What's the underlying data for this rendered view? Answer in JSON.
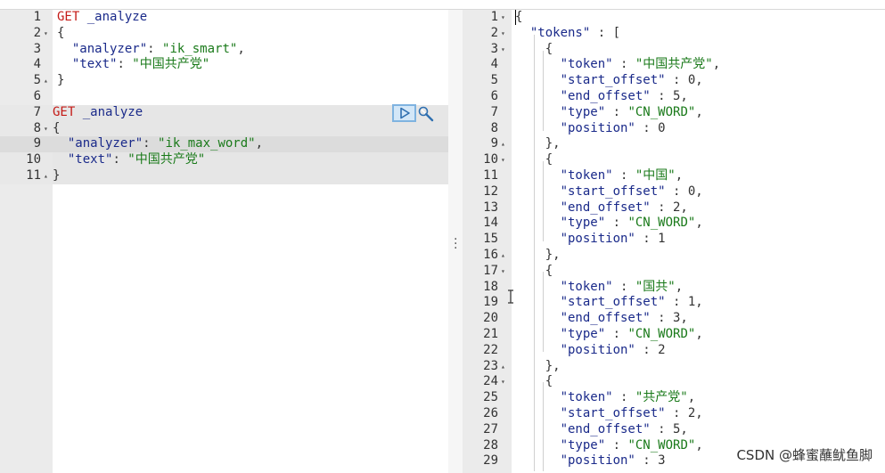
{
  "request_editor": {
    "lines": [
      {
        "ln": "1",
        "fold": "",
        "parts": [
          [
            "m",
            "GET"
          ],
          [
            "k",
            " _analyze"
          ]
        ]
      },
      {
        "ln": "2",
        "fold": "▾",
        "parts": [
          [
            "p",
            "{"
          ]
        ]
      },
      {
        "ln": "3",
        "fold": "",
        "parts": [
          [
            "k",
            "  \"analyzer\""
          ],
          [
            "p",
            ": "
          ],
          [
            "s",
            "\"ik_smart\""
          ],
          [
            "p",
            ","
          ]
        ]
      },
      {
        "ln": "4",
        "fold": "",
        "parts": [
          [
            "k",
            "  \"text\""
          ],
          [
            "p",
            ": "
          ],
          [
            "s",
            "\"中国共产党\""
          ]
        ]
      },
      {
        "ln": "5",
        "fold": "▴",
        "parts": [
          [
            "p",
            "}"
          ]
        ]
      },
      {
        "ln": "6",
        "fold": "",
        "parts": []
      },
      {
        "ln": "7",
        "fold": "",
        "hl": true,
        "parts": [
          [
            "m",
            "GET"
          ],
          [
            "k",
            " _analyze"
          ]
        ]
      },
      {
        "ln": "8",
        "fold": "▾",
        "hl": true,
        "parts": [
          [
            "p",
            "{"
          ]
        ]
      },
      {
        "ln": "9",
        "fold": "",
        "hl": true,
        "active": true,
        "parts": [
          [
            "k",
            "  \"analyzer\""
          ],
          [
            "p",
            ": "
          ],
          [
            "s",
            "\"ik_max_word\""
          ],
          [
            "p",
            ","
          ]
        ]
      },
      {
        "ln": "10",
        "fold": "",
        "hl": true,
        "parts": [
          [
            "k",
            "  \"text\""
          ],
          [
            "p",
            ": "
          ],
          [
            "s",
            "\"中国共产党\""
          ]
        ]
      },
      {
        "ln": "11",
        "fold": "▴",
        "hl": true,
        "parts": [
          [
            "p",
            "}"
          ]
        ]
      }
    ]
  },
  "response_viewer": {
    "lines": [
      {
        "ln": "1",
        "fold": "▾",
        "parts": [
          [
            "p",
            "{"
          ]
        ]
      },
      {
        "ln": "2",
        "fold": "▾",
        "parts": [
          [
            "k",
            "  \"tokens\""
          ],
          [
            "p",
            " : ["
          ]
        ]
      },
      {
        "ln": "3",
        "fold": "▾",
        "parts": [
          [
            "p",
            "    {"
          ]
        ]
      },
      {
        "ln": "4",
        "fold": "",
        "parts": [
          [
            "k",
            "      \"token\""
          ],
          [
            "p",
            " : "
          ],
          [
            "s",
            "\"中国共产党\""
          ],
          [
            "p",
            ","
          ]
        ]
      },
      {
        "ln": "5",
        "fold": "",
        "parts": [
          [
            "k",
            "      \"start_offset\""
          ],
          [
            "p",
            " : 0,"
          ]
        ]
      },
      {
        "ln": "6",
        "fold": "",
        "parts": [
          [
            "k",
            "      \"end_offset\""
          ],
          [
            "p",
            " : 5,"
          ]
        ]
      },
      {
        "ln": "7",
        "fold": "",
        "parts": [
          [
            "k",
            "      \"type\""
          ],
          [
            "p",
            " : "
          ],
          [
            "s",
            "\"CN_WORD\""
          ],
          [
            "p",
            ","
          ]
        ]
      },
      {
        "ln": "8",
        "fold": "",
        "parts": [
          [
            "k",
            "      \"position\""
          ],
          [
            "p",
            " : 0"
          ]
        ]
      },
      {
        "ln": "9",
        "fold": "▴",
        "parts": [
          [
            "p",
            "    },"
          ]
        ]
      },
      {
        "ln": "10",
        "fold": "▾",
        "parts": [
          [
            "p",
            "    {"
          ]
        ]
      },
      {
        "ln": "11",
        "fold": "",
        "parts": [
          [
            "k",
            "      \"token\""
          ],
          [
            "p",
            " : "
          ],
          [
            "s",
            "\"中国\""
          ],
          [
            "p",
            ","
          ]
        ]
      },
      {
        "ln": "12",
        "fold": "",
        "parts": [
          [
            "k",
            "      \"start_offset\""
          ],
          [
            "p",
            " : 0,"
          ]
        ]
      },
      {
        "ln": "13",
        "fold": "",
        "parts": [
          [
            "k",
            "      \"end_offset\""
          ],
          [
            "p",
            " : 2,"
          ]
        ]
      },
      {
        "ln": "14",
        "fold": "",
        "parts": [
          [
            "k",
            "      \"type\""
          ],
          [
            "p",
            " : "
          ],
          [
            "s",
            "\"CN_WORD\""
          ],
          [
            "p",
            ","
          ]
        ]
      },
      {
        "ln": "15",
        "fold": "",
        "parts": [
          [
            "k",
            "      \"position\""
          ],
          [
            "p",
            " : 1"
          ]
        ]
      },
      {
        "ln": "16",
        "fold": "▴",
        "parts": [
          [
            "p",
            "    },"
          ]
        ]
      },
      {
        "ln": "17",
        "fold": "▾",
        "parts": [
          [
            "p",
            "    {"
          ]
        ]
      },
      {
        "ln": "18",
        "fold": "",
        "parts": [
          [
            "k",
            "      \"token\""
          ],
          [
            "p",
            " : "
          ],
          [
            "s",
            "\"国共\""
          ],
          [
            "p",
            ","
          ]
        ]
      },
      {
        "ln": "19",
        "fold": "",
        "parts": [
          [
            "k",
            "      \"start_offset\""
          ],
          [
            "p",
            " : 1,"
          ]
        ]
      },
      {
        "ln": "20",
        "fold": "",
        "parts": [
          [
            "k",
            "      \"end_offset\""
          ],
          [
            "p",
            " : 3,"
          ]
        ]
      },
      {
        "ln": "21",
        "fold": "",
        "parts": [
          [
            "k",
            "      \"type\""
          ],
          [
            "p",
            " : "
          ],
          [
            "s",
            "\"CN_WORD\""
          ],
          [
            "p",
            ","
          ]
        ]
      },
      {
        "ln": "22",
        "fold": "",
        "parts": [
          [
            "k",
            "      \"position\""
          ],
          [
            "p",
            " : 2"
          ]
        ]
      },
      {
        "ln": "23",
        "fold": "▴",
        "parts": [
          [
            "p",
            "    },"
          ]
        ]
      },
      {
        "ln": "24",
        "fold": "▾",
        "parts": [
          [
            "p",
            "    {"
          ]
        ]
      },
      {
        "ln": "25",
        "fold": "",
        "parts": [
          [
            "k",
            "      \"token\""
          ],
          [
            "p",
            " : "
          ],
          [
            "s",
            "\"共产党\""
          ],
          [
            "p",
            ","
          ]
        ]
      },
      {
        "ln": "26",
        "fold": "",
        "parts": [
          [
            "k",
            "      \"start_offset\""
          ],
          [
            "p",
            " : 2,"
          ]
        ]
      },
      {
        "ln": "27",
        "fold": "",
        "parts": [
          [
            "k",
            "      \"end_offset\""
          ],
          [
            "p",
            " : 5,"
          ]
        ]
      },
      {
        "ln": "28",
        "fold": "",
        "parts": [
          [
            "k",
            "      \"type\""
          ],
          [
            "p",
            " : "
          ],
          [
            "s",
            "\"CN_WORD\""
          ],
          [
            "p",
            ","
          ]
        ]
      },
      {
        "ln": "29",
        "fold": "",
        "parts": [
          [
            "k",
            "      \"position\""
          ],
          [
            "p",
            " : 3"
          ]
        ]
      }
    ]
  },
  "icons": {
    "run": "play-icon",
    "settings": "wrench-icon",
    "splitter": "vertical-dots-icon",
    "cursor": "text-cursor-icon"
  },
  "watermark": {
    "text": "CSDN @蜂蜜蘸鱿鱼脚"
  },
  "colors": {
    "method": "#c41a16",
    "key": "#1a2a8a",
    "string": "#1a7a1a",
    "gutter": "#ebebeb",
    "run_button": "#d3e7f8"
  }
}
